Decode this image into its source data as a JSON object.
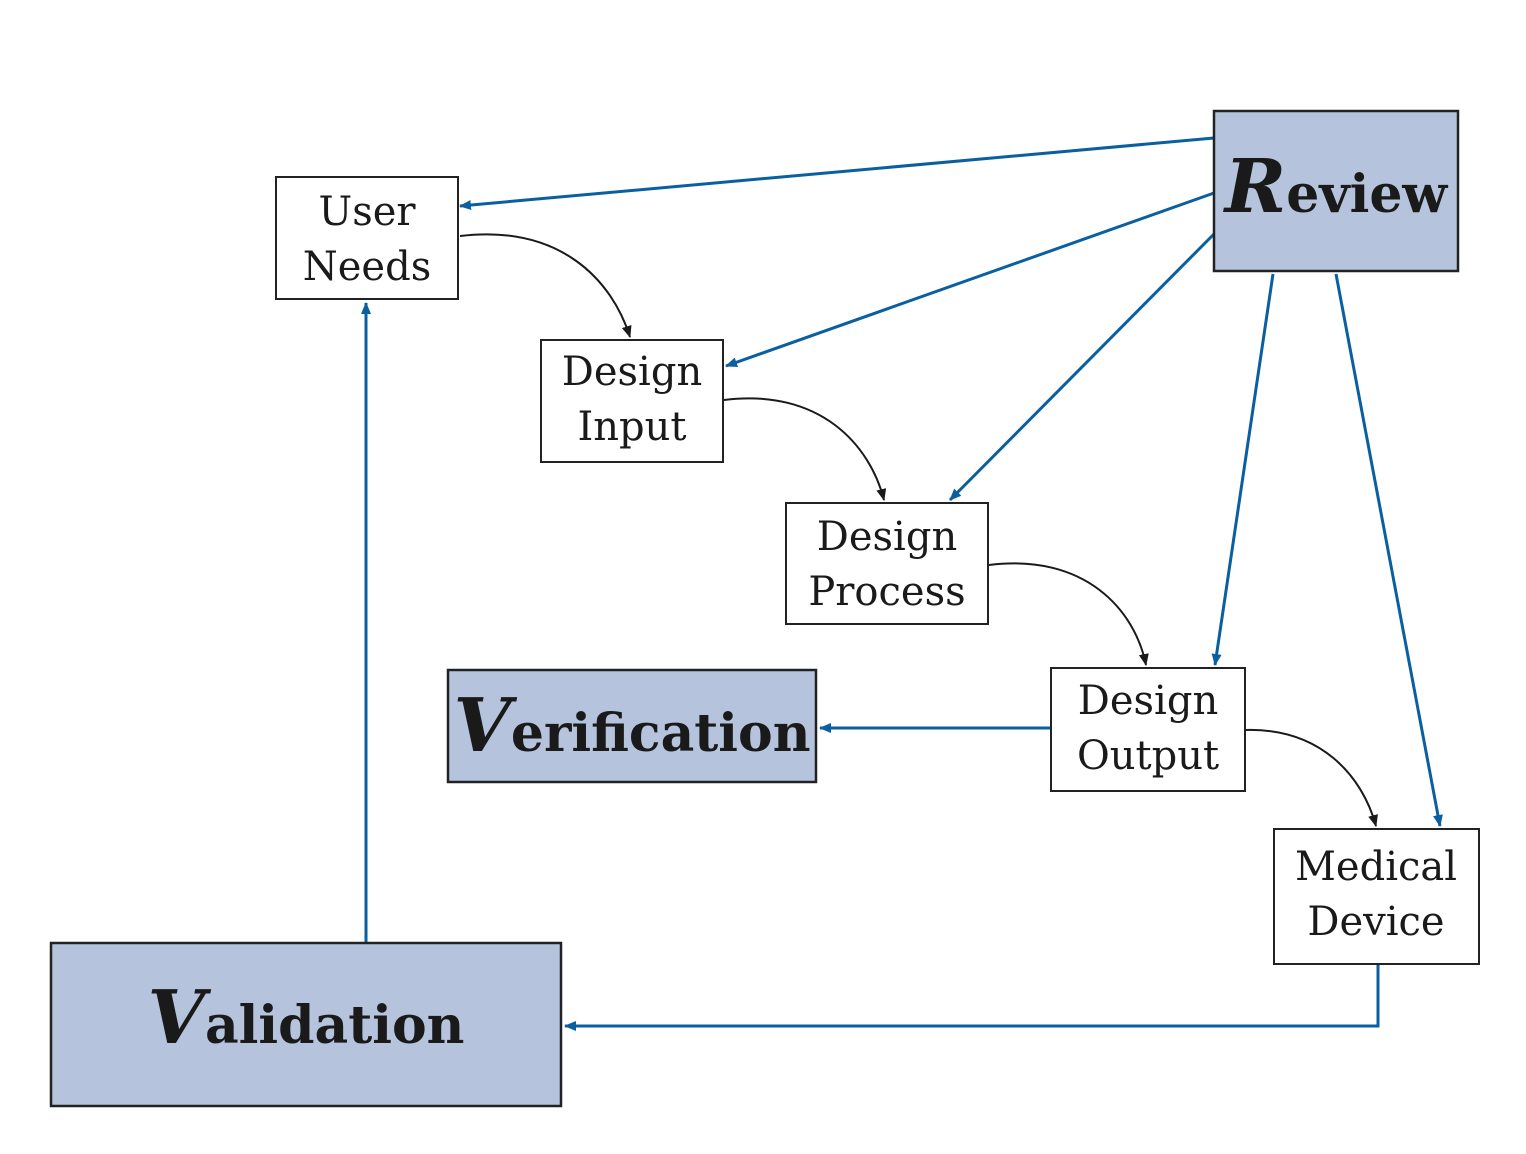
{
  "colors": {
    "accent_fill": "#b5c4dc",
    "link_blue": "#0a5fa0",
    "flow_black": "#1a1a1a"
  },
  "nodes": {
    "user_needs": {
      "line1": "User",
      "line2": "Needs"
    },
    "design_input": {
      "line1": "Design",
      "line2": "Input"
    },
    "design_process": {
      "line1": "Design",
      "line2": "Process"
    },
    "design_output": {
      "line1": "Design",
      "line2": "Output"
    },
    "medical_device": {
      "line1": "Medical",
      "line2": "Device"
    },
    "review": {
      "initial": "R",
      "rest": "eview"
    },
    "verification": {
      "initial": "V",
      "rest": "erification"
    },
    "validation": {
      "initial": "V",
      "rest": "alidation"
    }
  }
}
